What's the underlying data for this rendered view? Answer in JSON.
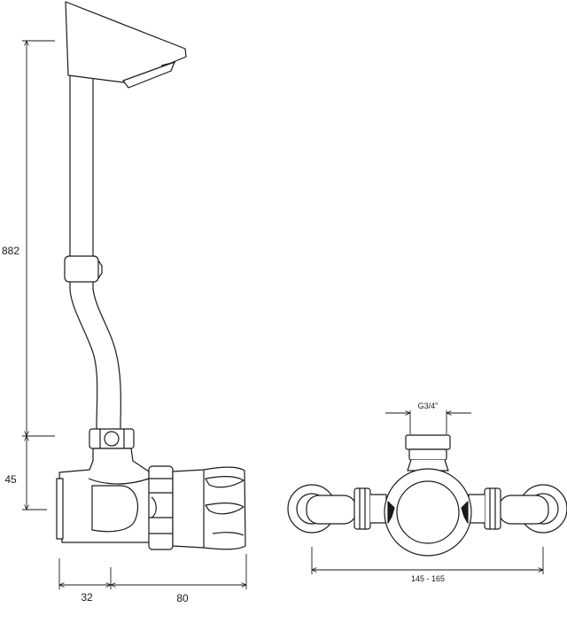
{
  "dimensions": {
    "overall_height": "882",
    "valve_height": "45",
    "depth_front": "32",
    "depth_rear": "80",
    "thread_size": "G3/4\"",
    "centres_range": "145 - 165"
  },
  "colors": {
    "stroke": "#1a1a1a",
    "background": "#ffffff"
  }
}
